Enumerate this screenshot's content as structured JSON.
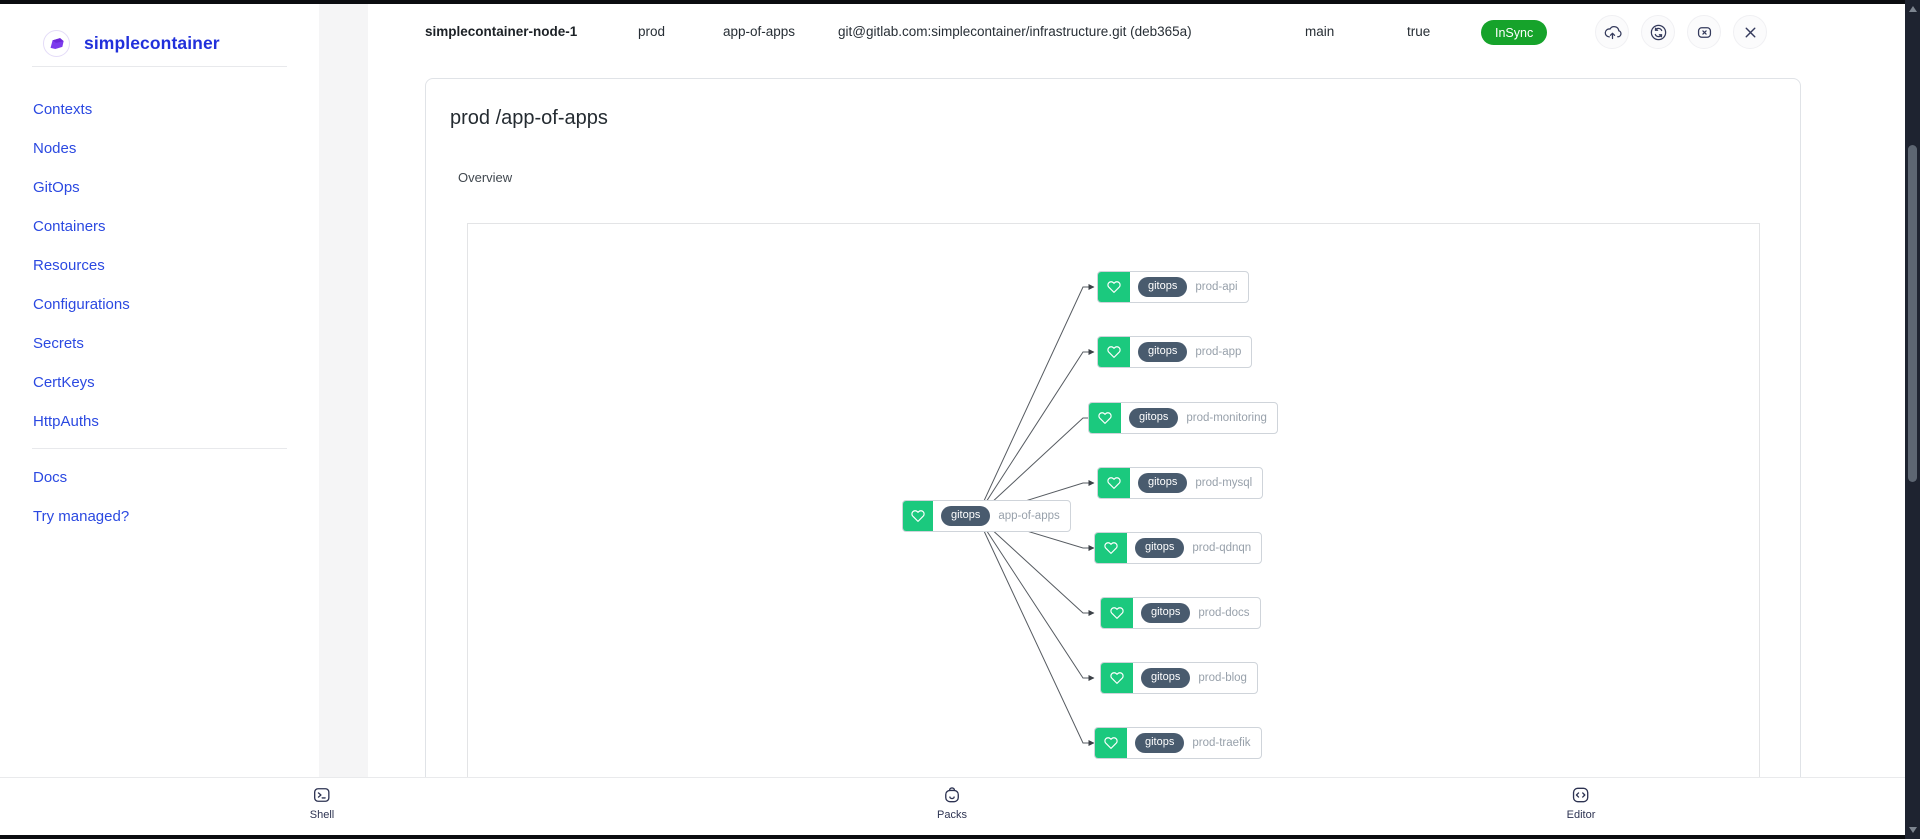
{
  "colors": {
    "brand_blue": "#2130db",
    "link_blue": "#2b49e1",
    "status_green": "#16a32b",
    "node_green": "#1bc97e",
    "pill_slate": "#495b6e",
    "logo_purple": "#7c3aed"
  },
  "brand": {
    "name": "simplecontainer"
  },
  "sidebar": {
    "items": [
      {
        "label": "Contexts"
      },
      {
        "label": "Nodes"
      },
      {
        "label": "GitOps"
      },
      {
        "label": "Containers"
      },
      {
        "label": "Resources"
      },
      {
        "label": "Configurations"
      },
      {
        "label": "Secrets"
      },
      {
        "label": "CertKeys"
      },
      {
        "label": "HttpAuths"
      }
    ],
    "secondary_items": [
      {
        "label": "Docs"
      },
      {
        "label": "Try managed?"
      }
    ]
  },
  "header": {
    "node_name": "simplecontainer-node-1",
    "environment": "prod",
    "application": "app-of-apps",
    "repository": "git@gitlab.com:simplecontainer/infrastructure.git (deb365a)",
    "branch": "main",
    "automatic_sync": "true",
    "status_badge": "InSync",
    "action_icons": [
      "cloud-upload-icon",
      "sync-icon",
      "clear-square-icon",
      "close-icon"
    ]
  },
  "main": {
    "title": "prod /app-of-apps",
    "tabs": [
      {
        "label": "Overview"
      }
    ]
  },
  "graph": {
    "root": {
      "kind": "gitops",
      "label": "app-of-apps"
    },
    "children": [
      {
        "kind": "gitops",
        "label": "prod-api"
      },
      {
        "kind": "gitops",
        "label": "prod-app"
      },
      {
        "kind": "gitops",
        "label": "prod-monitoring"
      },
      {
        "kind": "gitops",
        "label": "prod-mysql"
      },
      {
        "kind": "gitops",
        "label": "prod-qdnqn"
      },
      {
        "kind": "gitops",
        "label": "prod-docs"
      },
      {
        "kind": "gitops",
        "label": "prod-blog"
      },
      {
        "kind": "gitops",
        "label": "prod-traefik"
      }
    ]
  },
  "footer": {
    "items": [
      {
        "label": "Shell",
        "icon": "terminal-icon"
      },
      {
        "label": "Packs",
        "icon": "backpack-icon"
      },
      {
        "label": "Editor",
        "icon": "code-icon"
      }
    ]
  }
}
